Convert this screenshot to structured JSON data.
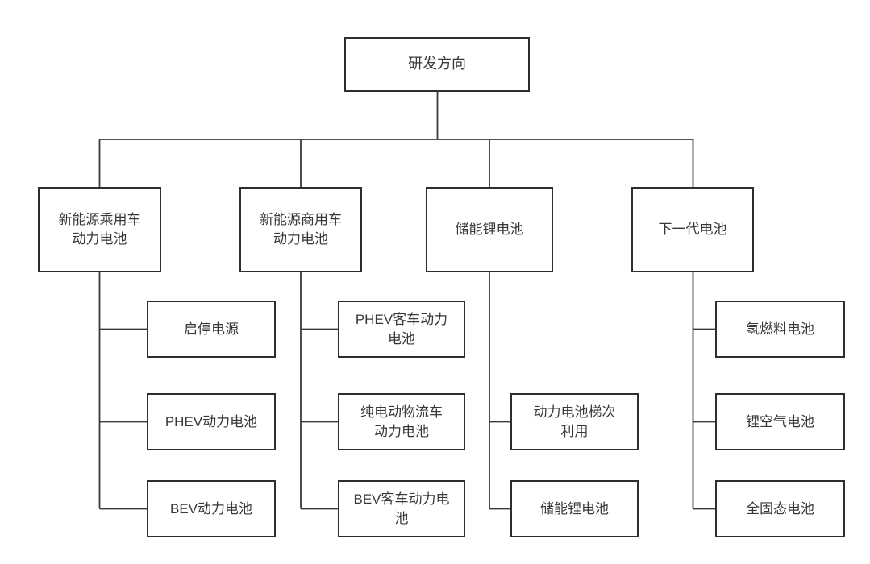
{
  "diagram": {
    "root": {
      "label": "研发方向"
    },
    "branches": [
      {
        "label": "新能源乘用车\n动力电池",
        "children": [
          {
            "label": "启停电源"
          },
          {
            "label": "PHEV动力电池"
          },
          {
            "label": "BEV动力电池"
          }
        ]
      },
      {
        "label": "新能源商用车\n动力电池",
        "children": [
          {
            "label": "PHEV客车动力\n电池"
          },
          {
            "label": "纯电动物流车\n动力电池"
          },
          {
            "label": "BEV客车动力电\n池"
          }
        ]
      },
      {
        "label": "储能锂电池",
        "children": [
          {
            "label": "动力电池梯次\n利用"
          },
          {
            "label": "储能锂电池"
          }
        ]
      },
      {
        "label": "下一代电池",
        "children": [
          {
            "label": "氢燃料电池"
          },
          {
            "label": "锂空气电池"
          },
          {
            "label": "全固态电池"
          }
        ]
      }
    ],
    "colors": {
      "box_border": "#2e2e2e",
      "connector": "#3a3a3a",
      "text": "#383838",
      "background": "#ffffff"
    }
  }
}
